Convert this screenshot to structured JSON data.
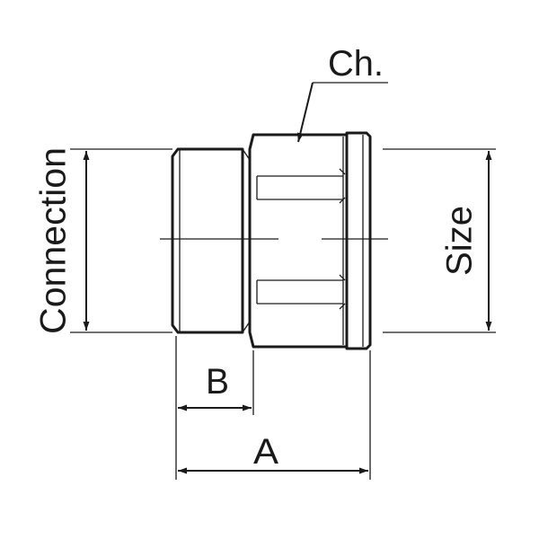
{
  "labels": {
    "chamfer": "Ch.",
    "connection": "Connection",
    "size": "Size",
    "b": "B",
    "a": "A"
  },
  "colors": {
    "ink": "#1a1a1a",
    "background": "#ffffff"
  }
}
